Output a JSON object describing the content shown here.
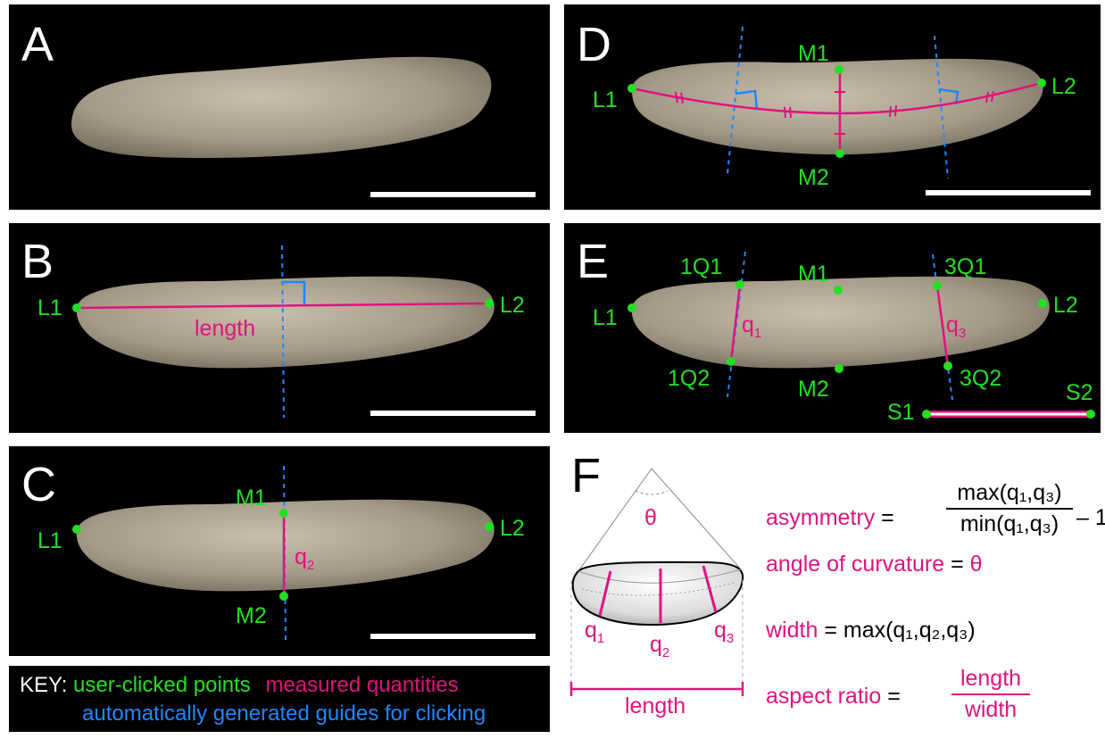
{
  "panels": {
    "A": {
      "letter": "A"
    },
    "B": {
      "letter": "B",
      "length_label": "length"
    },
    "C": {
      "letter": "C"
    },
    "D": {
      "letter": "D"
    },
    "E": {
      "letter": "E"
    },
    "F": {
      "letter": "F"
    }
  },
  "points": {
    "L1": "L1",
    "L2": "L2",
    "M1": "M1",
    "M2": "M2",
    "Q11": "1Q1",
    "Q12": "1Q2",
    "Q31": "3Q1",
    "Q32": "3Q2",
    "S1": "S1",
    "S2": "S2"
  },
  "quantities": {
    "q": "q",
    "sub1": "1",
    "sub2": "2",
    "sub3": "3",
    "theta": "θ",
    "length": "length"
  },
  "formulas": {
    "asymmetry_label": "asymmetry",
    "equals": " = ",
    "asym_num": "max(q₁,q₃)",
    "asym_den": "min(q₁,q₃)",
    "minus_one": "– 1",
    "curvature_label": "angle of curvature",
    "curvature_rhs": "θ",
    "width_label": "width",
    "width_rhs": "max(q₁,q₂,q₃)",
    "aspect_label": "aspect ratio",
    "aspect_num": "length",
    "aspect_den": "width"
  },
  "key": {
    "prefix": "KEY:",
    "green": "user-clicked points",
    "magenta": "measured quantities",
    "blue": "automatically generated guides for clicking"
  },
  "colors": {
    "green": "#22e022",
    "magenta": "#e0137d",
    "blue": "#1e88ff",
    "white": "#ffffff"
  }
}
